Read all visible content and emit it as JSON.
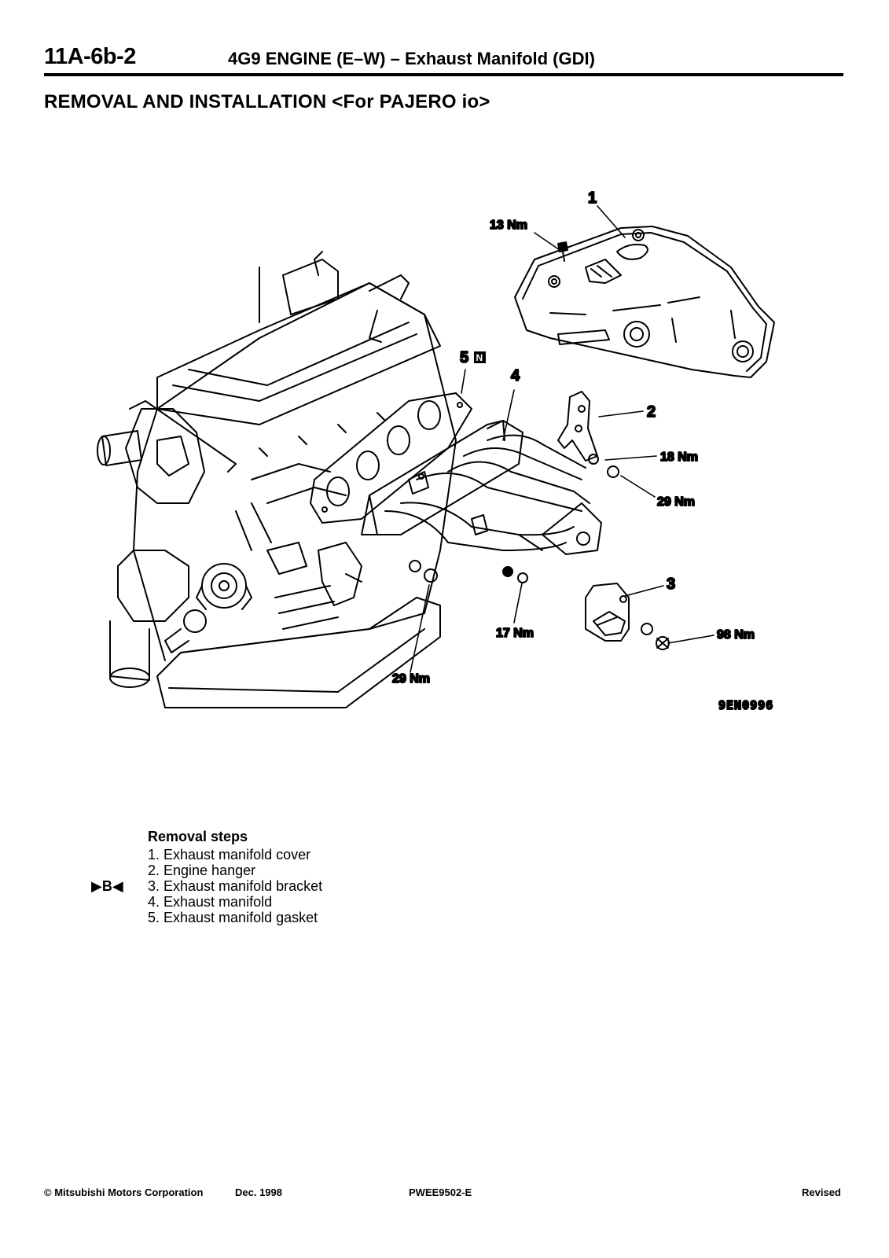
{
  "header": {
    "code": "11A-6b-2",
    "title": "4G9 ENGINE (E–W) – Exhaust Manifold (GDI)"
  },
  "section_title": "REMOVAL AND INSTALLATION <For PAJERO io>",
  "diagram": {
    "callouts": {
      "p1": "1",
      "p2": "2",
      "p3": "3",
      "p4": "4",
      "p5": "5",
      "p5_badge": "N"
    },
    "torques": {
      "cover_bolt": "13 Nm",
      "hanger_nut": "18 Nm",
      "manifold_nut_right": "29 Nm",
      "manifold_nut_left": "29 Nm",
      "manifold_nut_center": "17 Nm",
      "bracket_bolt": "98 Nm"
    },
    "figure_code": "9EN0996"
  },
  "removal_steps": {
    "heading": "Removal steps",
    "marker": "▶B◀",
    "items": [
      "1. Exhaust manifold cover",
      "2. Engine hanger",
      "3. Exhaust manifold bracket",
      "4. Exhaust manifold",
      "5. Exhaust manifold gasket"
    ]
  },
  "footer": {
    "copyright": "© Mitsubishi Motors Corporation",
    "date": "Dec. 1998",
    "doc_code": "PWEE9502-E",
    "status": "Revised"
  }
}
